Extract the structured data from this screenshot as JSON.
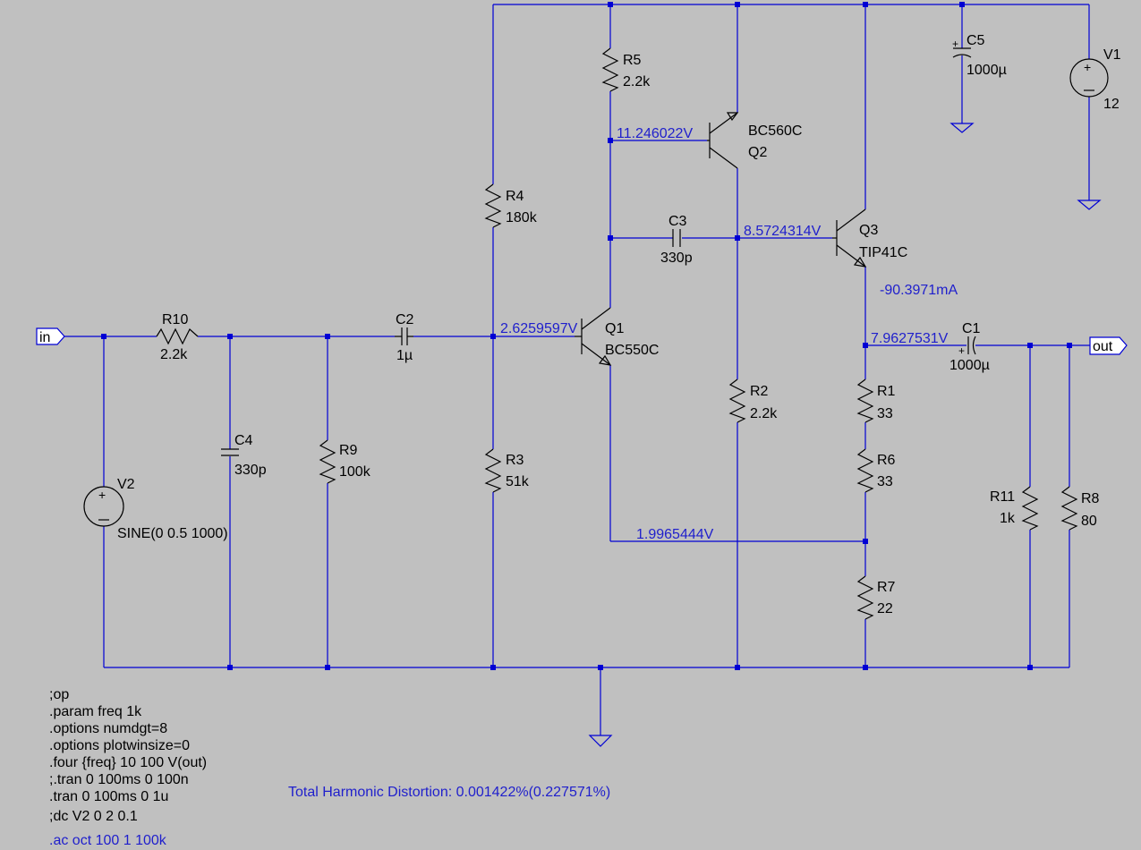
{
  "ports": {
    "input": "in",
    "output": "out"
  },
  "components": {
    "R1": {
      "name": "R1",
      "value": "33"
    },
    "R2": {
      "name": "R2",
      "value": "2.2k"
    },
    "R3": {
      "name": "R3",
      "value": "51k"
    },
    "R4": {
      "name": "R4",
      "value": "180k"
    },
    "R5": {
      "name": "R5",
      "value": "2.2k"
    },
    "R6": {
      "name": "R6",
      "value": "33"
    },
    "R7": {
      "name": "R7",
      "value": "22"
    },
    "R8": {
      "name": "R8",
      "value": "80"
    },
    "R9": {
      "name": "R9",
      "value": "100k"
    },
    "R10": {
      "name": "R10",
      "value": "2.2k"
    },
    "R11": {
      "name": "R11",
      "value": "1k"
    },
    "C1": {
      "name": "C1",
      "value": "1000µ"
    },
    "C2": {
      "name": "C2",
      "value": "1µ"
    },
    "C3": {
      "name": "C3",
      "value": "330p"
    },
    "C4": {
      "name": "C4",
      "value": "330p"
    },
    "C5": {
      "name": "C5",
      "value": "1000µ"
    },
    "V1": {
      "name": "V1",
      "value": "12"
    },
    "V2": {
      "name": "V2",
      "value": "SINE(0 0.5 1000)"
    },
    "Q1": {
      "name": "Q1",
      "model": "BC550C"
    },
    "Q2": {
      "name": "Q2",
      "model": "BC560C"
    },
    "Q3": {
      "name": "Q3",
      "model": "TIP41C"
    }
  },
  "annotations": {
    "q2_base": "11.246022V",
    "q3_base": "8.5724314V",
    "q3_emitter_current": "-90.3971mA",
    "q1_base": "2.6259597V",
    "out_node": "7.9627531V",
    "feedback_node": "1.9965444V"
  },
  "directives": {
    "op": ";op",
    "param": ".param freq 1k",
    "numdgt": ".options numdgt=8",
    "plotwinsize": ".options plotwinsize=0",
    "four": ".four {freq} 10 100 V(out)",
    "tran1": ";.tran 0 100ms 0 100n",
    "tran2": ".tran 0 100ms 0 1u",
    "dc": ";dc V2 0 2 0.1",
    "ac": ".ac oct 100 1 100k"
  },
  "thd": "Total Harmonic Distortion: 0.001422%(0.227571%)"
}
